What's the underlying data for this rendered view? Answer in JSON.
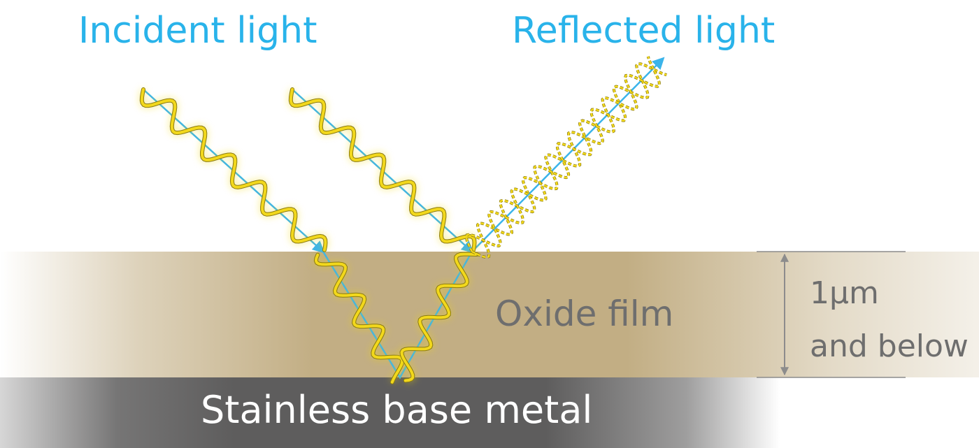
{
  "labels": {
    "incident_light": "Incident light",
    "reflected_light": "Reflected light",
    "oxide_film": "Oxide film",
    "thickness_value": "1µm",
    "thickness_qualifier": "and below",
    "base_metal": "Stainless base metal"
  },
  "colors": {
    "light_label": "#29b3ea",
    "ray": "#3bb4ea",
    "wave": "#f2d81c",
    "wave_outline": "#8a7a10",
    "oxide_film": "#c2ae84",
    "base_metal": "#5e5d5d",
    "annotation_text": "#6e6e6e",
    "dimension_line": "#8c8c8c"
  },
  "icons": {
    "ray_head": "arrowhead-icon",
    "dimension_marker": "double-arrow-icon"
  }
}
